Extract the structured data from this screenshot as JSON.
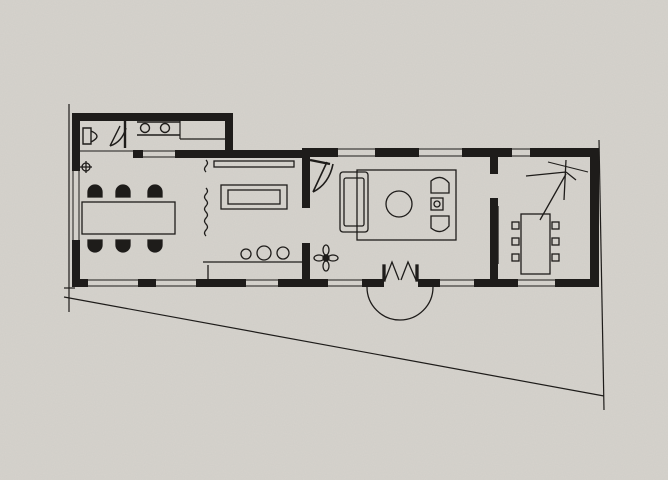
{
  "palette": {
    "paper": "#d6d3cd",
    "ink": "#1e1c1a"
  },
  "rooms": [
    {
      "id": "bathroom",
      "label": ""
    },
    {
      "id": "dining-office",
      "label": ""
    },
    {
      "id": "lounge",
      "label": ""
    },
    {
      "id": "living",
      "label": ""
    },
    {
      "id": "kitchen-dining",
      "label": ""
    }
  ]
}
